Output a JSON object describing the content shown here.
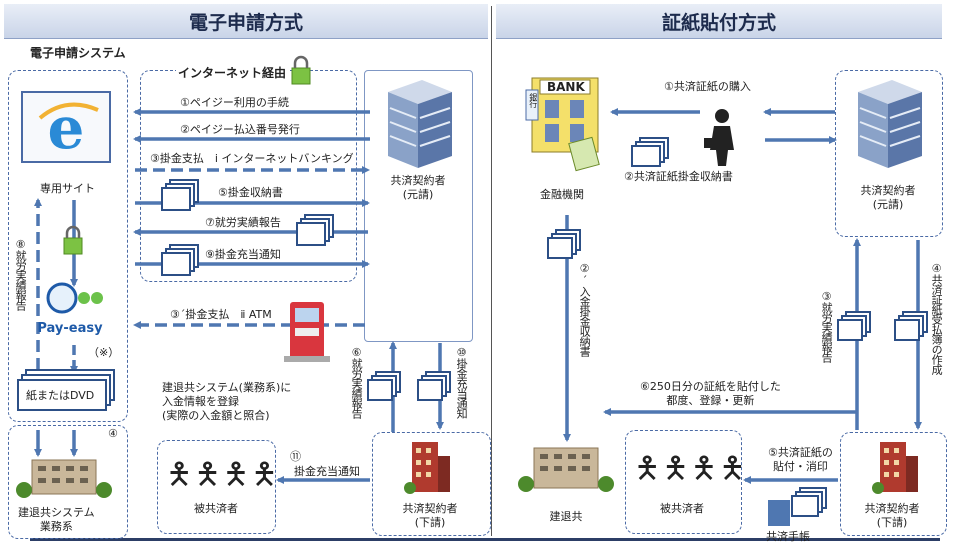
{
  "left_title": "電子申請方式",
  "right_title": "証紙貼付方式",
  "system_label": "電子申請システム",
  "internet_label": "インターネット経由",
  "site_label": "専用サイト",
  "payeasy_note": "（※）",
  "paper_dvd": "紙またはDVD",
  "kentai_system": [
    "建退共システム",
    "業務系"
  ],
  "left_prime": [
    "共済契約者",
    "(元請)"
  ],
  "left_sub": [
    "共済契約者",
    "(下請)"
  ],
  "left_members": "被共済者",
  "steps_left": {
    "s1": "①ペイジー利用の手続",
    "s2": "②ペイジー払込番号発行",
    "s3": "③掛金支払　ⅰ インターネットバンキング",
    "s5": "⑤掛金収納書",
    "s7": "⑦就労実績報告",
    "s9": "⑨掛金充当通知",
    "s3b": "③´掛金支払　ⅱ ATM",
    "s8": "⑧就労実績報告",
    "s4": "④",
    "s6": "⑥就労実績報告",
    "s10": "⑩掛金充当通知",
    "s11a": "⑪",
    "s11b": "掛金充当通知"
  },
  "kentai_note": [
    "建退共システム(業務系)に",
    "入金情報を登録",
    "(実際の入金額と照合)"
  ],
  "right": {
    "bank_sign": "BANK",
    "bank_side": "銀行",
    "bank_label": "金融機関",
    "prime": [
      "共済契約者",
      "(元請)"
    ],
    "sub": [
      "共済契約者",
      "(下請)"
    ],
    "members": "被共済者",
    "kentai": "建退共",
    "techo": "共済手帳",
    "r1": "①共済証紙の購入",
    "r2": "②共済証紙掛金収納書",
    "r2v": "②´入金掛金収納書",
    "r3v": "③就労実績報告",
    "r4v": "④共済証紙受払簿の作成",
    "r5a": "⑤共済証紙の",
    "r5b": "貼付・消印",
    "r6a": "⑥250日分の証紙を貼付した",
    "r6b": "都度、登録・更新"
  },
  "colors": {
    "arrow": "#4f77b1",
    "dash": "#4a6aa5",
    "header_text": "#1d2b4d"
  },
  "icons": [
    "lock-icon",
    "internet-explorer-icon",
    "payeasy-logo",
    "atm-icon",
    "bank-icon",
    "person-icon",
    "building-icon"
  ]
}
